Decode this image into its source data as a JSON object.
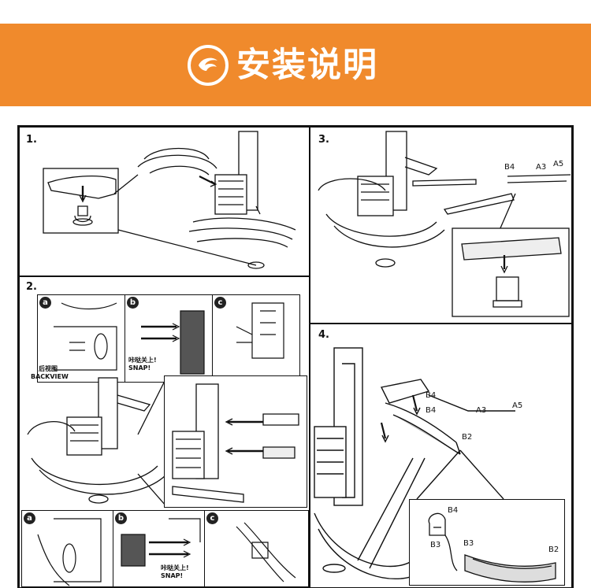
{
  "header": {
    "title": "安装说明",
    "logo_icon": "orange-swirl-logo-icon",
    "bg_color": "#f08a2c"
  },
  "steps": {
    "s1": {
      "number": "1."
    },
    "s2": {
      "number": "2.",
      "sub_a": "a",
      "sub_b": "b",
      "sub_c": "c",
      "back_view_cn": "后视图",
      "back_view_en": "BACKVIEW",
      "snap_cn": "咔哒关上!",
      "snap_en": "SNAP!",
      "sub_a2": "a",
      "sub_b2": "b",
      "sub_c2": "c",
      "snap2_cn": "咔哒关上!",
      "snap2_en": "SNAP!"
    },
    "s3": {
      "number": "3.",
      "labels": {
        "b4": "B4",
        "a3": "A3",
        "a5": "A5"
      }
    },
    "s4": {
      "number": "4.",
      "labels": {
        "b4_top": "B4",
        "b4_mid": "B4",
        "a3": "A3",
        "a5": "A5",
        "b2": "B2",
        "inset_b4": "B4",
        "inset_b3a": "B3",
        "inset_b3b": "B3",
        "inset_b2": "B2"
      }
    }
  }
}
